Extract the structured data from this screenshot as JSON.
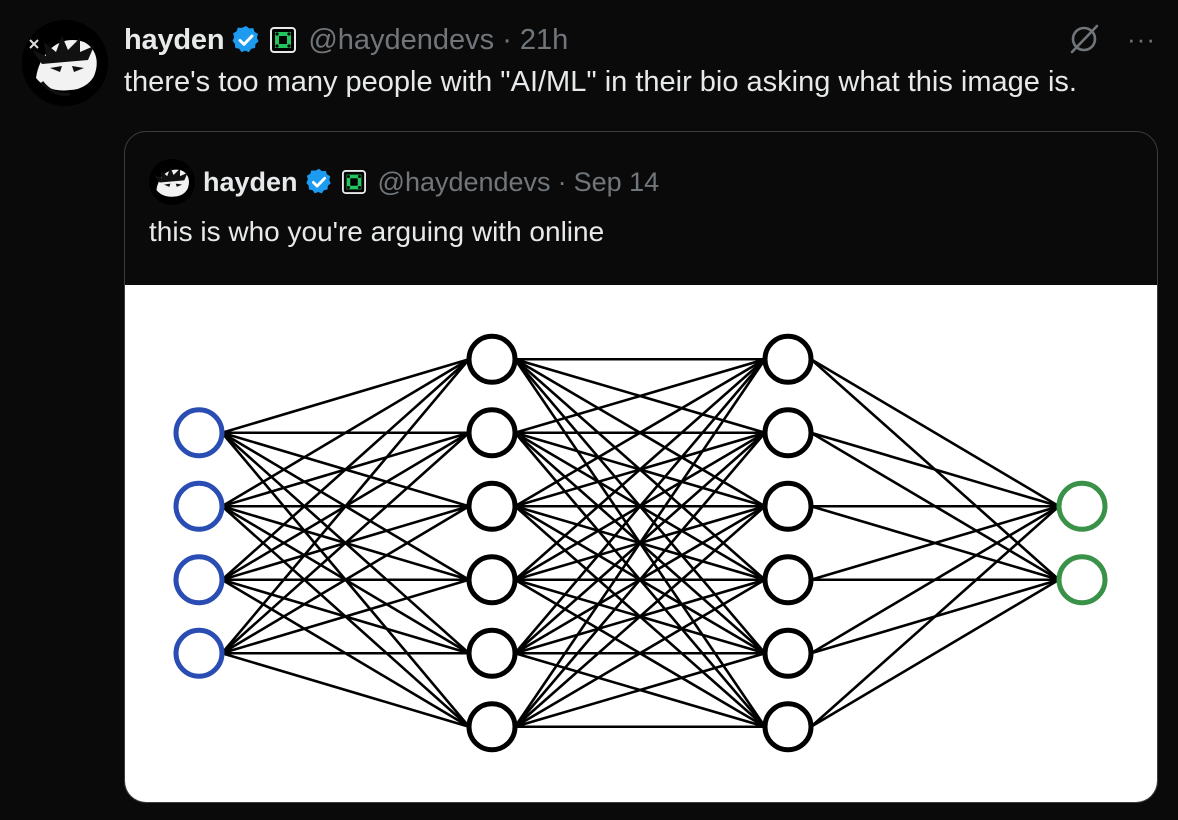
{
  "tweet": {
    "display_name": "hayden",
    "handle": "@haydendevs",
    "separator": "·",
    "time": "21h",
    "text": "there's too many people with \"AI/ML\" in their bio asking what this image is.",
    "avatar_icon": "anime-avatar-icon",
    "verified_icon": "verified-badge-icon",
    "affiliation_icon": "affiliation-badge-icon",
    "actions": [
      "grok-icon",
      "more-icon"
    ],
    "more_label": "···"
  },
  "quoted_tweet": {
    "display_name": "hayden",
    "handle": "@haydendevs",
    "separator": "·",
    "time": "Sep 14",
    "text": "this is who you're arguing with online",
    "media": {
      "type": "neural-network-diagram",
      "layers": [
        {
          "nodes": 4,
          "color": "#2a4db3"
        },
        {
          "nodes": 6,
          "color": "#000000"
        },
        {
          "nodes": 6,
          "color": "#000000"
        },
        {
          "nodes": 2,
          "color": "#3a9148"
        }
      ]
    }
  },
  "colors": {
    "background": "#0a0a0a",
    "text": "#e7e9ea",
    "muted": "#71767b",
    "verified": "#1d9bf0",
    "affiliation": "#22c55e"
  }
}
